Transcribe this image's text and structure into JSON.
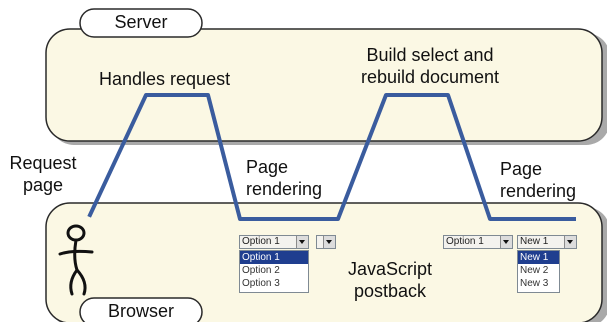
{
  "diagram": {
    "server_label": "Server",
    "browser_label": "Browser",
    "handles_request": "Handles request",
    "build_select_line1": "Build select and",
    "build_select_line2": "rebuild document",
    "request_page_line1": "Request",
    "request_page_line2": "page",
    "page_rendering_1_line1": "Page",
    "page_rendering_1_line2": "rendering",
    "page_rendering_2_line1": "Page",
    "page_rendering_2_line2": "rendering",
    "js_postback_line1": "JavaScript",
    "js_postback_line2": "postback"
  },
  "ui_first": {
    "select_value": "Option 1",
    "options": [
      "Option 1",
      "Option 2",
      "Option 3"
    ],
    "selected_index": 0
  },
  "ui_second": {
    "select_value": "Option 1",
    "new_select_value": "New 1",
    "new_options": [
      "New 1",
      "New 2",
      "New 3"
    ],
    "selected_index": 0
  },
  "colors": {
    "server_fill": "#fbf8e4",
    "browser_fill": "#fbf8e4",
    "path_color": "#3a5c9e",
    "outline": "#2a2a2a",
    "shadow": "#a9a9a9"
  }
}
